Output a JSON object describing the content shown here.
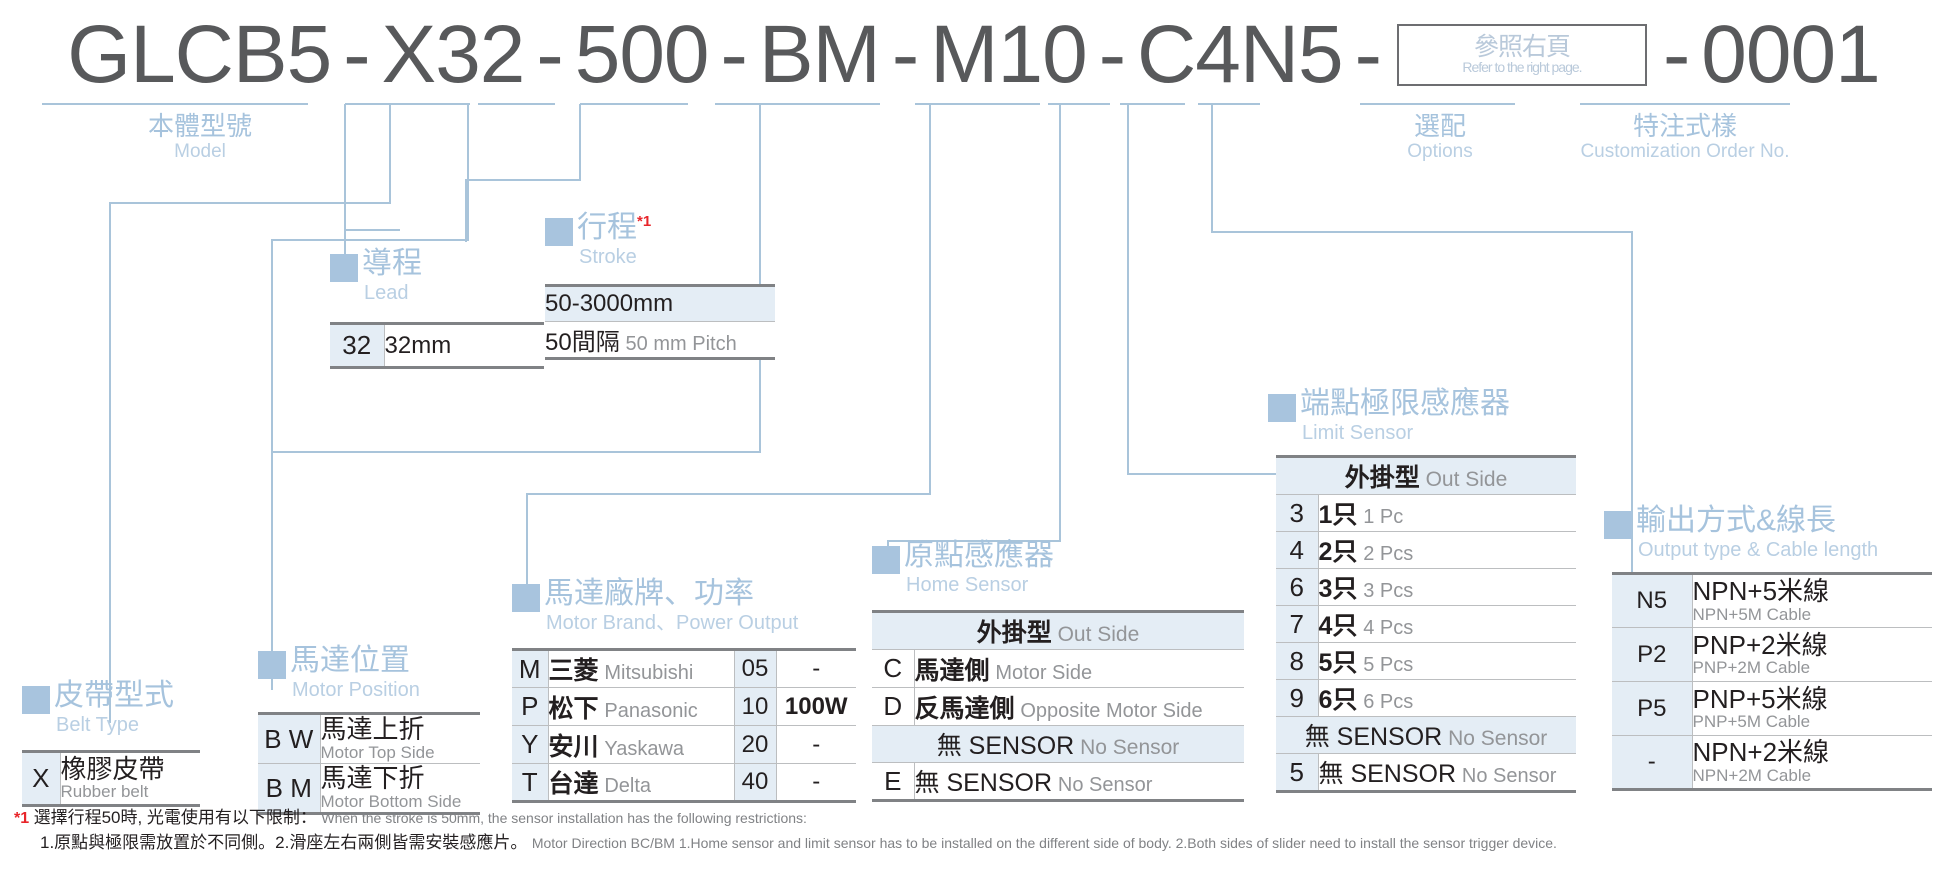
{
  "part_number": {
    "segments": [
      "GLCB5",
      "X32",
      "500",
      "BM",
      "M10",
      "C4N5"
    ],
    "dash": "-",
    "option_box": {
      "cn": "參照右頁",
      "en": "Refer to the right page."
    },
    "suffix": "0001"
  },
  "top_captions": [
    {
      "id": "model",
      "cn": "本體型號",
      "en": "Model"
    },
    {
      "id": "options",
      "cn": "選配",
      "en": "Options"
    },
    {
      "id": "customization",
      "cn": "特注式樣",
      "en": "Customization Order No."
    }
  ],
  "sections": {
    "lead": {
      "cn": "導程",
      "en": "Lead"
    },
    "stroke": {
      "cn": "行程",
      "en": "Stroke",
      "footnote_mark": "*1"
    },
    "belt": {
      "cn": "皮帶型式",
      "en": "Belt Type"
    },
    "motor_position": {
      "cn": "馬達位置",
      "en": "Motor Position"
    },
    "motor_brand": {
      "cn": "馬達廠牌、功率",
      "en": "Motor Brand、Power Output"
    },
    "home_sensor": {
      "cn": "原點感應器",
      "en": "Home Sensor"
    },
    "limit_sensor": {
      "cn": "端點極限感應器",
      "en": "Limit Sensor"
    },
    "output_type": {
      "cn": "輸出方式&線長",
      "en": "Output type & Cable length"
    }
  },
  "tables": {
    "lead": {
      "rows": [
        {
          "code": "32",
          "cn": "32mm",
          "en": ""
        }
      ]
    },
    "stroke": {
      "rows": [
        {
          "cn": "50-3000mm",
          "en": "",
          "shaded": true
        },
        {
          "cn": "50間隔",
          "en": "50 mm Pitch",
          "shaded": false
        }
      ]
    },
    "belt": {
      "rows": [
        {
          "code": "X",
          "cn": "橡膠皮帶",
          "en": "Rubber belt"
        }
      ]
    },
    "motor_position": {
      "rows": [
        {
          "code": "B W",
          "cn": "馬達上折",
          "en": "Motor Top Side"
        },
        {
          "code": "B M",
          "cn": "馬達下折",
          "en": "Motor Bottom Side"
        }
      ]
    },
    "motor_brand": {
      "rows": [
        {
          "code": "M",
          "cn": "三菱",
          "en": "Mitsubishi",
          "power_code": "05",
          "power": "-"
        },
        {
          "code": "P",
          "cn": "松下",
          "en": "Panasonic",
          "power_code": "10",
          "power": "100W"
        },
        {
          "code": "Y",
          "cn": "安川",
          "en": "Yaskawa",
          "power_code": "20",
          "power": "-"
        },
        {
          "code": "T",
          "cn": "台達",
          "en": "Delta",
          "power_code": "40",
          "power": "-"
        }
      ]
    },
    "home_sensor": {
      "group1": {
        "cn": "外掛型",
        "en": "Out Side"
      },
      "rows1": [
        {
          "code": "C",
          "cn": "馬達側",
          "en": "Motor Side"
        },
        {
          "code": "D",
          "cn": "反馬達側",
          "en": "Opposite Motor Side"
        }
      ],
      "group2": {
        "cn": "無 SENSOR",
        "en": "No Sensor"
      },
      "rows2": [
        {
          "code": "E",
          "cn": "無 SENSOR",
          "en": "No Sensor"
        }
      ]
    },
    "limit_sensor": {
      "group1": {
        "cn": "外掛型",
        "en": "Out Side"
      },
      "rows1": [
        {
          "code": "3",
          "cn": "1只",
          "en": "1 Pc"
        },
        {
          "code": "4",
          "cn": "2只",
          "en": "2 Pcs"
        },
        {
          "code": "6",
          "cn": "3只",
          "en": "3 Pcs"
        },
        {
          "code": "7",
          "cn": "4只",
          "en": "4 Pcs"
        },
        {
          "code": "8",
          "cn": "5只",
          "en": "5 Pcs"
        },
        {
          "code": "9",
          "cn": "6只",
          "en": "6 Pcs"
        }
      ],
      "group2": {
        "cn": "無 SENSOR",
        "en": "No Sensor"
      },
      "rows2": [
        {
          "code": "5",
          "cn": "無 SENSOR",
          "en": "No Sensor"
        }
      ]
    },
    "output_type": {
      "rows": [
        {
          "code": "N5",
          "cn": "NPN+5米線",
          "en": "NPN+5M Cable"
        },
        {
          "code": "P2",
          "cn": "PNP+2米線",
          "en": "PNP+2M Cable"
        },
        {
          "code": "P5",
          "cn": "PNP+5米線",
          "en": "PNP+5M Cable"
        },
        {
          "code": "-",
          "cn": "NPN+2米線",
          "en": "NPN+2M Cable"
        }
      ]
    }
  },
  "footnote": {
    "mark": "*1",
    "line1_cn": "選擇行程50時, 光電使用有以下限制：",
    "line1_en": "When the stroke is 50mm, the sensor installation has  the following restrictions:",
    "line2_cn": "1.原點與極限需放置於不同側。2.滑座左右兩側皆需安裝感應片。",
    "line2_en": "Motor Direction BC/BM 1.Home sensor and limit sensor has to be installed on the different side of body.  2.Both sides of slider need to install the sensor trigger device."
  },
  "colors": {
    "accent_blue": "#a8c4de",
    "caption_blue": "#a6c3dd",
    "caption_blue_light": "#b9cfe3",
    "line_blue": "#a9c4da",
    "cell_shade": "#e4edf5",
    "text_dark": "#231f20",
    "text_gray": "#939598",
    "rule_gray": "#808285",
    "red": "#e8252a"
  }
}
